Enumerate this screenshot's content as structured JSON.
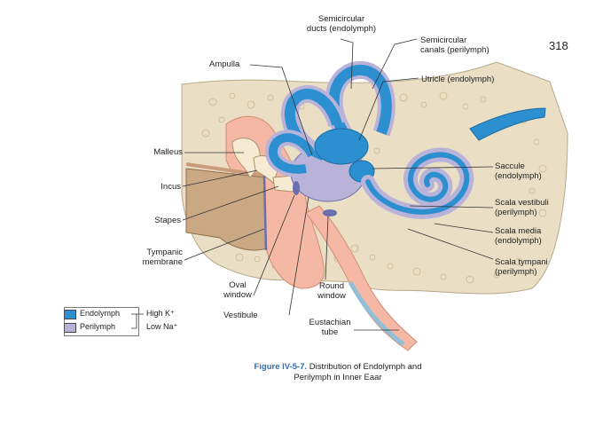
{
  "page_number": "318",
  "colors": {
    "endolymph": "#2b8fd0",
    "perilymph": "#b9b3da",
    "bone": "#eadfc4",
    "soft_tissue": "#f4b8a5",
    "background": "#ffffff"
  },
  "labels": {
    "semicircular_ducts": [
      "Semicircular",
      "ducts (endolymph)"
    ],
    "semicircular_canals": [
      "Semicircular",
      "canals (perilymph)"
    ],
    "ampulla": [
      "Ampulla"
    ],
    "utricle": [
      "Utricle (endolymph)"
    ],
    "malleus": [
      "Malleus"
    ],
    "incus": [
      "Incus"
    ],
    "stapes": [
      "Stapes"
    ],
    "tympanic_membrane": [
      "Tympanic",
      "membrane"
    ],
    "saccule": [
      "Saccule",
      "(endolymph)"
    ],
    "scala_vestibuli": [
      "Scala vestibuli",
      "(perilymph)"
    ],
    "scala_media": [
      "Scala media",
      "(endolymph)"
    ],
    "scala_tympani": [
      "Scala tympani",
      "(perilymph)"
    ],
    "oval_window": [
      "Oval",
      "window"
    ],
    "round_window": [
      "Round",
      "window"
    ],
    "vestibule": [
      "Vestibule"
    ],
    "eustachian_tube": [
      "Eustachian",
      "tube"
    ]
  },
  "legend": {
    "items": [
      {
        "label": "Endolymph",
        "note": "High K⁺",
        "color": "#2b8fd0"
      },
      {
        "label": "Perilymph",
        "note": "Low Na⁺",
        "color": "#b9b3da"
      }
    ]
  },
  "caption": {
    "figure": "Figure IV-5-7.",
    "text_line1": " Distribution of Endolymph and",
    "text_line2": "Perilymph in Inner Eaar"
  }
}
